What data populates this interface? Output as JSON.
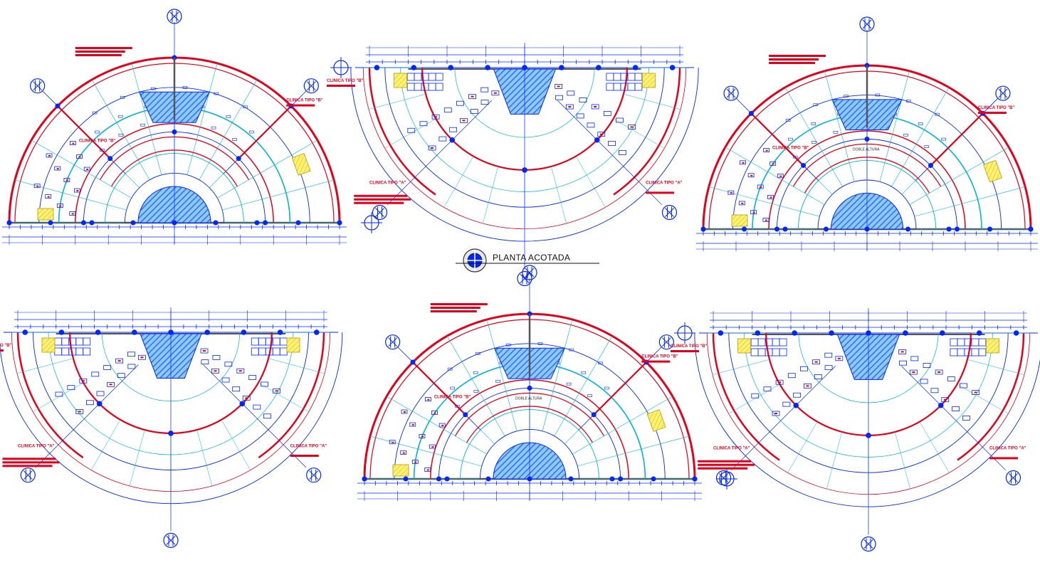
{
  "drawing_title": "PLANTA ACOTADA",
  "labels": {
    "clinic_a": "CLINICA TIPO \"A\"",
    "clinic_b": "CLINICA TIPO \"B\"",
    "double_height": "DOBLE ALTURA"
  },
  "plans": [
    {
      "kind": "full",
      "flip": false
    },
    {
      "kind": "half",
      "flip": false
    },
    {
      "kind": "full",
      "flip": false
    },
    {
      "kind": "half",
      "flip": false
    },
    {
      "kind": "full",
      "flip": false
    },
    {
      "kind": "half",
      "flip": false
    }
  ],
  "colors": {
    "wall": "#e3001b",
    "line": "#0026ff",
    "aux": "#00b4d8",
    "hatch": "#1560ff",
    "accent": "#ffe800",
    "text": "#111111"
  }
}
